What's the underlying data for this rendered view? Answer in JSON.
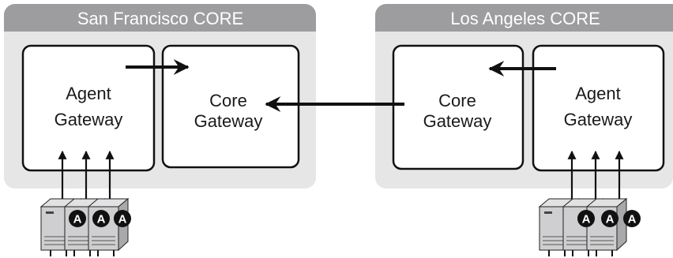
{
  "sites": [
    {
      "title": "San Francisco CORE",
      "agent_gateway": {
        "line1": "Agent",
        "line2": "Gateway"
      },
      "core_gateway": {
        "line1": "Core",
        "line2": "Gateway"
      },
      "agents": [
        "A",
        "A",
        "A"
      ]
    },
    {
      "title": "Los Angeles CORE",
      "core_gateway": {
        "line1": "Core",
        "line2": "Gateway"
      },
      "agent_gateway": {
        "line1": "Agent",
        "line2": "Gateway"
      },
      "agents": [
        "A",
        "A",
        "A"
      ]
    }
  ],
  "colors": {
    "region_fill": "#e6e6e7",
    "header_fill": "#9d9d9f",
    "box_stroke": "#111111",
    "arrow": "#111111",
    "server_body": "#cfcfd1",
    "agent_badge": "#111111"
  }
}
